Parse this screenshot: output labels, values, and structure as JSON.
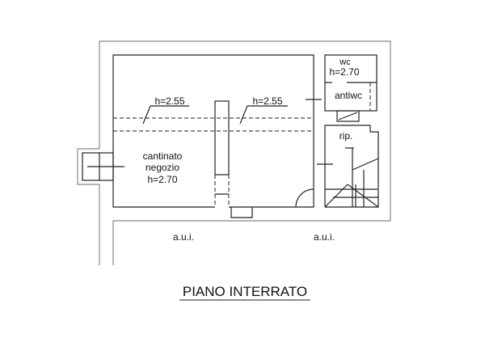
{
  "plan": {
    "title": "PIANO INTERRATO",
    "rooms": {
      "main_label_1": "cantinato",
      "main_label_2": "negozio",
      "main_height": "h=2.70",
      "beam_left": "h=2.55",
      "beam_right": "h=2.55",
      "wc": "wc",
      "wc_height": "h=2.70",
      "antiwc": "antiwc",
      "rip": "rip."
    },
    "neighbors": [
      "a.u.i.",
      "a.u.i."
    ]
  }
}
